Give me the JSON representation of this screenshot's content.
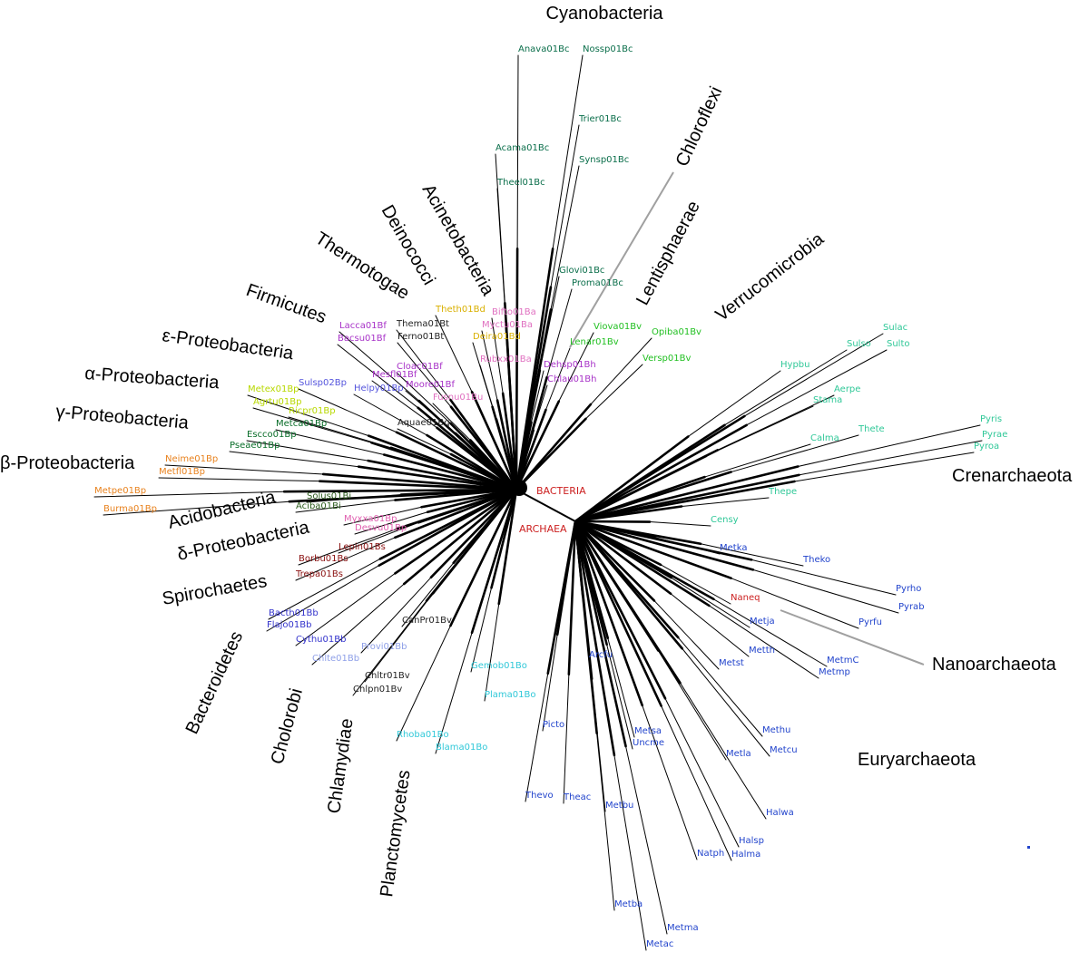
{
  "colors": {
    "cyano": "#0a6e4a",
    "deino": "#d9b000",
    "firm": "#a833c8",
    "thermo": "#222222",
    "lenti": "#e070c0",
    "verruco": "#22c022",
    "chloro": "#a833c8",
    "alpha": "#b8d800",
    "beta": "#e8821e",
    "gamma": "#0a6e2a",
    "epsilon": "#5555dd",
    "acido": "#2c5c1c",
    "delta": "#e060b0",
    "spiro": "#8a1010",
    "bact": "#3333cc",
    "chlor": "#8fa0e8",
    "chlam": "#222222",
    "planc": "#30c8d8",
    "cren": "#30c898",
    "eury": "#2244cc",
    "nano": "#cc2020",
    "root": "#cc2020",
    "branch": "#000000",
    "callout": "#a0a0a0"
  },
  "root_labels": {
    "bacteria": "BACTERIA",
    "archaea": "ARCHAEA"
  },
  "groups": [
    {
      "id": "cyanobacteria",
      "text": "Cyanobacteria"
    },
    {
      "id": "chloroflexi",
      "text": "Chloroflexi"
    },
    {
      "id": "acinetobacteria",
      "text": "Acinetobacteria"
    },
    {
      "id": "lentisphaerae",
      "text": "Lentisphaerae"
    },
    {
      "id": "deinococci",
      "text": "Deinococci"
    },
    {
      "id": "verrucomicrobia",
      "text": "Verrucomicrobia"
    },
    {
      "id": "thermotogae",
      "text": "Thermotogae"
    },
    {
      "id": "firmicutes",
      "text": "Firmicutes"
    },
    {
      "id": "epsilon-proteobacteria",
      "text": "ε-Proteobacteria"
    },
    {
      "id": "alpha-proteobacteria",
      "text": "α-Proteobacteria"
    },
    {
      "id": "gamma-proteobacteria",
      "text": "γ-Proteobacteria"
    },
    {
      "id": "beta-proteobacteria",
      "text": "β-Proteobacteria"
    },
    {
      "id": "acidobacteria",
      "text": "Acidobacteria"
    },
    {
      "id": "delta-proteobacteria",
      "text": "δ-Proteobacteria"
    },
    {
      "id": "spirochaetes",
      "text": "Spirochaetes"
    },
    {
      "id": "bacteroidetes",
      "text": "Bacteroidetes"
    },
    {
      "id": "cholorobi",
      "text": "Cholorobi"
    },
    {
      "id": "chlamydiae",
      "text": "Chlamydiae"
    },
    {
      "id": "planctomycetes",
      "text": "Planctomycetes"
    },
    {
      "id": "crenarchaeota",
      "text": "Crenarchaeota"
    },
    {
      "id": "nanoarchaeota",
      "text": "Nanoarchaeota"
    },
    {
      "id": "euryarchaeota",
      "text": "Euryarchaeota"
    }
  ],
  "taxa": [
    {
      "id": "Anava01Bc",
      "text": "Anava01Bc",
      "c": "cyano"
    },
    {
      "id": "Nossp01Bc",
      "text": "Nossp01Bc",
      "c": "cyano"
    },
    {
      "id": "Trier01Bc",
      "text": "Trier01Bc",
      "c": "cyano"
    },
    {
      "id": "Acama01Bc",
      "text": "Acama01Bc",
      "c": "cyano"
    },
    {
      "id": "Synsp01Bc",
      "text": "Synsp01Bc",
      "c": "cyano"
    },
    {
      "id": "Theel01Bc",
      "text": "Theel01Bc",
      "c": "cyano"
    },
    {
      "id": "Glovi01Bc",
      "text": "Glovi01Bc",
      "c": "cyano"
    },
    {
      "id": "Proma01Bc",
      "text": "Proma01Bc",
      "c": "cyano"
    },
    {
      "id": "Theth01Bd",
      "text": "Theth01Bd",
      "c": "deino"
    },
    {
      "id": "Deira01Bd",
      "text": "Deira01Bd",
      "c": "deino"
    },
    {
      "id": "Thema01Bt",
      "text": "Thema01Bt",
      "c": "thermo"
    },
    {
      "id": "Ferno01Bt",
      "text": "Ferno01Bt",
      "c": "thermo"
    },
    {
      "id": "Lacca01Bf",
      "text": "Lacca01Bf",
      "c": "firm"
    },
    {
      "id": "Bacsu01Bf",
      "text": "Bacsu01Bf",
      "c": "firm"
    },
    {
      "id": "Bifto01Ba",
      "text": "Bifto01Ba",
      "c": "lenti"
    },
    {
      "id": "Myctu01Ba",
      "text": "Myctu01Ba",
      "c": "lenti"
    },
    {
      "id": "Rubxx01Ba",
      "text": "Rubxx01Ba",
      "c": "lenti"
    },
    {
      "id": "Cloac01Bf",
      "text": "Cloac01Bf",
      "c": "firm"
    },
    {
      "id": "Mesfl01Bf",
      "text": "Mesfl01Bf",
      "c": "firm"
    },
    {
      "id": "Moore01Bf",
      "text": "Moore01Bf",
      "c": "firm"
    },
    {
      "id": "Fusnu01Bu",
      "text": "Fusnu01Bu",
      "c": "lenti"
    },
    {
      "id": "Sulsp02Bp",
      "text": "Sulsp02Bp",
      "c": "epsilon"
    },
    {
      "id": "Helpy01Bp",
      "text": "Helpy01Bp",
      "c": "epsilon"
    },
    {
      "id": "Metex01Bp",
      "text": "Metex01Bp",
      "c": "alpha"
    },
    {
      "id": "Agrtu01Bp",
      "text": "Agrtu01Bp",
      "c": "alpha"
    },
    {
      "id": "Ricpr01Bp",
      "text": "Ricpr01Bp",
      "c": "alpha"
    },
    {
      "id": "Metca01Bp",
      "text": "Metca01Bp",
      "c": "gamma"
    },
    {
      "id": "Escco01Bp",
      "text": "Escco01Bp",
      "c": "gamma"
    },
    {
      "id": "Pseae01Bp",
      "text": "Pseae01Bp",
      "c": "gamma"
    },
    {
      "id": "Aquae01Bq",
      "text": "Aquae01Bq",
      "c": "thermo"
    },
    {
      "id": "Neime01Bp",
      "text": "Neime01Bp",
      "c": "beta"
    },
    {
      "id": "Metfl01Bp",
      "text": "Metfl01Bp",
      "c": "beta"
    },
    {
      "id": "Metpe01Bp",
      "text": "Metpe01Bp",
      "c": "beta"
    },
    {
      "id": "Burma01Bp",
      "text": "Burma01Bp",
      "c": "beta"
    },
    {
      "id": "Solus01Bi",
      "text": "Solus01Bi",
      "c": "acido"
    },
    {
      "id": "Aciba01Bi",
      "text": "Aciba01Bi",
      "c": "acido"
    },
    {
      "id": "Myxxa01Bp",
      "text": "Myxxa01Bp",
      "c": "delta"
    },
    {
      "id": "Desvu01Bp",
      "text": "Desvu01Bp",
      "c": "delta"
    },
    {
      "id": "Lepin01Bs",
      "text": "Lepin01Bs",
      "c": "spiro"
    },
    {
      "id": "Borbu01Bs",
      "text": "Borbu01Bs",
      "c": "spiro"
    },
    {
      "id": "Trepa01Bs",
      "text": "Trepa01Bs",
      "c": "spiro"
    },
    {
      "id": "Viova01Bv",
      "text": "Viova01Bv",
      "c": "verruco"
    },
    {
      "id": "Opiba01Bv",
      "text": "Opiba01Bv",
      "c": "verruco"
    },
    {
      "id": "Lenar01Bv",
      "text": "Lenar01Bv",
      "c": "verruco"
    },
    {
      "id": "Versp01Bv",
      "text": "Versp01Bv",
      "c": "verruco"
    },
    {
      "id": "Dehsp01Bh",
      "text": "Dehsp01Bh",
      "c": "chloro"
    },
    {
      "id": "Chlau01Bh",
      "text": "Chlau01Bh",
      "c": "chloro"
    },
    {
      "id": "Bacth01Bb",
      "text": "Bacth01Bb",
      "c": "bact"
    },
    {
      "id": "Flajo01Bb",
      "text": "Flajo01Bb",
      "c": "bact"
    },
    {
      "id": "Cythu01Bb",
      "text": "Cythu01Bb",
      "c": "bact"
    },
    {
      "id": "Chlte01Bb",
      "text": "Chlte01Bb",
      "c": "chlor"
    },
    {
      "id": "Provi01Bb",
      "text": "Provi01Bb",
      "c": "chlor"
    },
    {
      "id": "CanPr01Bv",
      "text": "CanPr01Bv",
      "c": "chlam"
    },
    {
      "id": "Chltr01Bv",
      "text": "Chltr01Bv",
      "c": "chlam"
    },
    {
      "id": "Chlpn01Bv",
      "text": "Chlpn01Bv",
      "c": "chlam"
    },
    {
      "id": "Gemob01Bo",
      "text": "Gemob01Bo",
      "c": "planc"
    },
    {
      "id": "Plama01Bo",
      "text": "Plama01Bo",
      "c": "planc"
    },
    {
      "id": "Rhoba01Bo",
      "text": "Rhoba01Bo",
      "c": "planc"
    },
    {
      "id": "Blama01Bo",
      "text": "Blama01Bo",
      "c": "planc"
    },
    {
      "id": "Sulac",
      "text": "Sulac",
      "c": "cren"
    },
    {
      "id": "Sulso",
      "text": "Sulso",
      "c": "cren"
    },
    {
      "id": "Sulto",
      "text": "Sulto",
      "c": "cren"
    },
    {
      "id": "Hypbu",
      "text": "Hypbu",
      "c": "cren"
    },
    {
      "id": "Aerpe",
      "text": "Aerpe",
      "c": "cren"
    },
    {
      "id": "Stama",
      "text": "Stama",
      "c": "cren"
    },
    {
      "id": "Thete",
      "text": "Thete",
      "c": "cren"
    },
    {
      "id": "Calma",
      "text": "Calma",
      "c": "cren"
    },
    {
      "id": "Pyris",
      "text": "Pyris",
      "c": "cren"
    },
    {
      "id": "Pyrae",
      "text": "Pyrae",
      "c": "cren"
    },
    {
      "id": "Pyroa",
      "text": "Pyroa",
      "c": "cren"
    },
    {
      "id": "Thepe",
      "text": "Thepe",
      "c": "cren"
    },
    {
      "id": "Censy",
      "text": "Censy",
      "c": "cren"
    },
    {
      "id": "Metka",
      "text": "Metka",
      "c": "eury"
    },
    {
      "id": "Theko",
      "text": "Theko",
      "c": "eury"
    },
    {
      "id": "Pyrho",
      "text": "Pyrho",
      "c": "eury"
    },
    {
      "id": "Pyrab",
      "text": "Pyrab",
      "c": "eury"
    },
    {
      "id": "Pyrfu",
      "text": "Pyrfu",
      "c": "eury"
    },
    {
      "id": "Naneq",
      "text": "Naneq",
      "c": "nano"
    },
    {
      "id": "Metja",
      "text": "Metja",
      "c": "eury"
    },
    {
      "id": "Metth",
      "text": "Metth",
      "c": "eury"
    },
    {
      "id": "MetmC",
      "text": "MetmC",
      "c": "eury"
    },
    {
      "id": "Metmp",
      "text": "Metmp",
      "c": "eury"
    },
    {
      "id": "Metst",
      "text": "Metst",
      "c": "eury"
    },
    {
      "id": "Arcfu",
      "text": "Arcfu",
      "c": "eury"
    },
    {
      "id": "Picto",
      "text": "Picto",
      "c": "eury"
    },
    {
      "id": "Metsa",
      "text": "Metsa",
      "c": "eury"
    },
    {
      "id": "Uncme",
      "text": "Uncme",
      "c": "eury"
    },
    {
      "id": "Methu",
      "text": "Methu",
      "c": "eury"
    },
    {
      "id": "Metla",
      "text": "Metla",
      "c": "eury"
    },
    {
      "id": "Metcu",
      "text": "Metcu",
      "c": "eury"
    },
    {
      "id": "Thevo",
      "text": "Thevo",
      "c": "eury"
    },
    {
      "id": "Theac",
      "text": "Theac",
      "c": "eury"
    },
    {
      "id": "Metbu",
      "text": "Metbu",
      "c": "eury"
    },
    {
      "id": "Halwa",
      "text": "Halwa",
      "c": "eury"
    },
    {
      "id": "Halsp",
      "text": "Halsp",
      "c": "eury"
    },
    {
      "id": "Natph",
      "text": "Natph",
      "c": "eury"
    },
    {
      "id": "Halma",
      "text": "Halma",
      "c": "eury"
    },
    {
      "id": "Metba",
      "text": "Metba",
      "c": "eury"
    },
    {
      "id": "Metma",
      "text": "Metma",
      "c": "eury"
    },
    {
      "id": "Metac",
      "text": "Metac",
      "c": "eury"
    }
  ]
}
